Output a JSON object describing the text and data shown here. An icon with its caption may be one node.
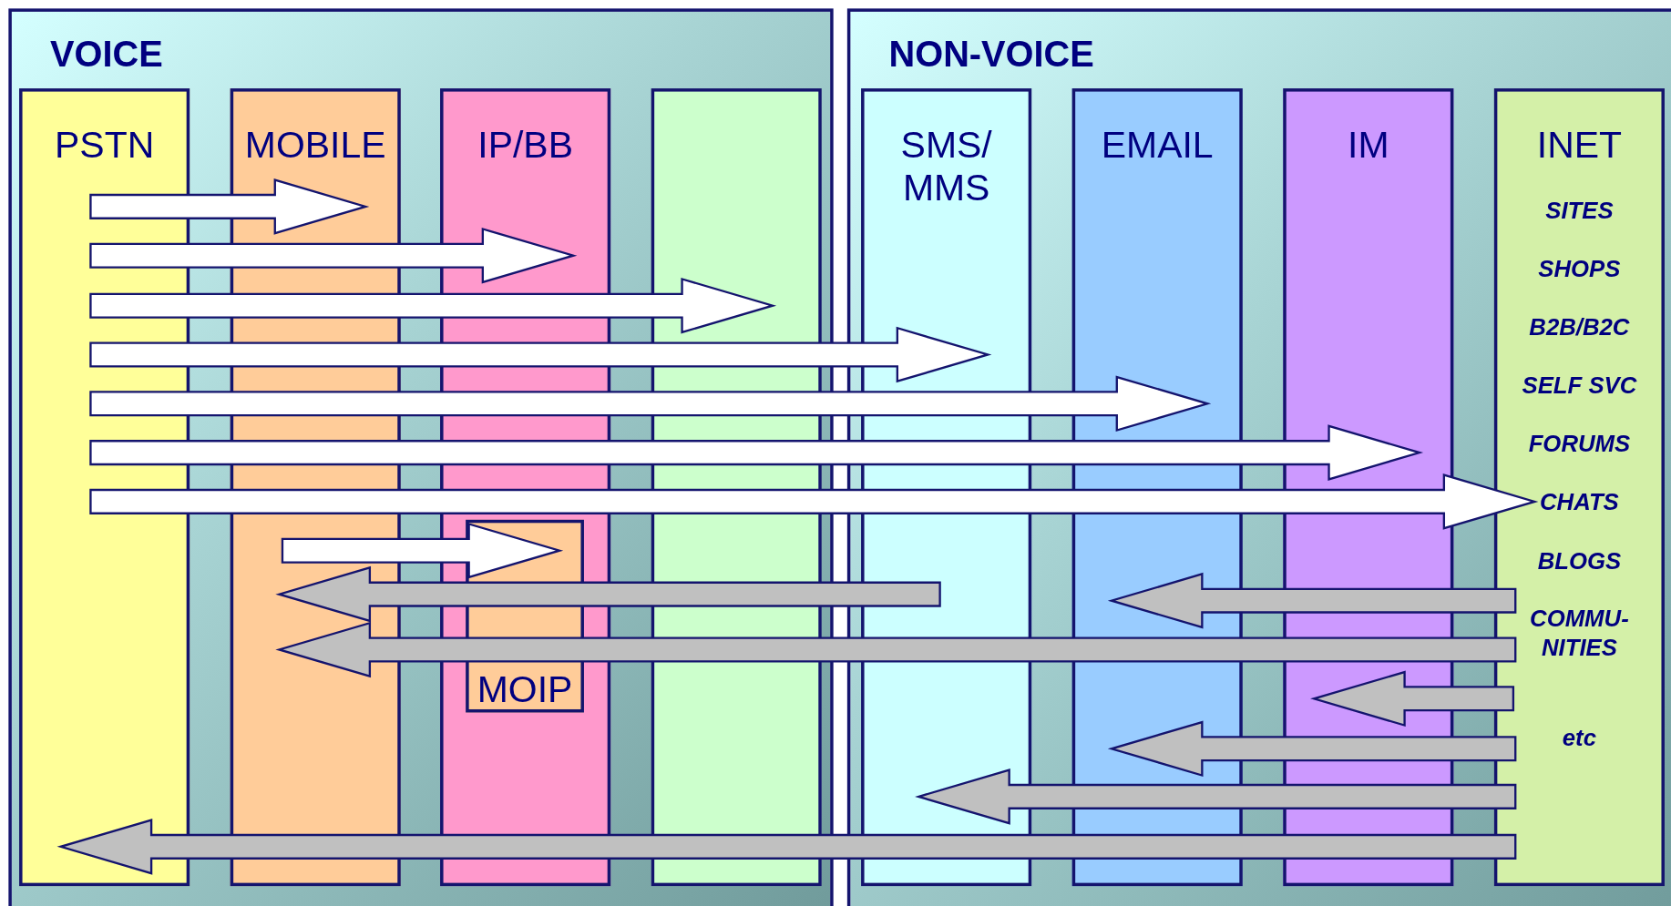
{
  "diagram": {
    "nodes": [
      {
        "text": [
          "VOICE"
        ]
      },
      {
        "text": [
          "PSTN"
        ],
        "in": 0
      },
      {
        "text": [
          "MOBILE"
        ],
        "in": 0
      },
      {
        "text": [
          "IP/BB"
        ],
        "in": 0
      },
      {
        "text": [],
        "shape": "box",
        "in": 0
      },
      {
        "text": [
          "MOIP"
        ],
        "in": 3
      },
      {
        "text": [
          "NON-VOICE"
        ]
      },
      {
        "text": [
          "SMS/ MMS"
        ],
        "in": 6
      },
      {
        "text": [
          "EMAIL"
        ],
        "in": 6
      },
      {
        "text": [
          "IM"
        ],
        "in": 6
      },
      {
        "text": [
          "INET",
          "SITES",
          "SHOPS",
          "B2B/B2C",
          "SELF SVC",
          "FORUMS",
          "CHATS",
          "BLOGS",
          "COMMU- NITIES",
          "etc"
        ],
        "in": 6
      }
    ],
    "edges": [
      {
        "from": 1,
        "to": 2,
        "arrow": "to"
      },
      {
        "from": 1,
        "to": 3,
        "arrow": "to"
      },
      {
        "from": 1,
        "to": 4,
        "arrow": "to"
      },
      {
        "from": 1,
        "to": 7,
        "arrow": "to"
      },
      {
        "from": 1,
        "to": 8,
        "arrow": "to"
      },
      {
        "from": 1,
        "to": 9,
        "arrow": "to"
      },
      {
        "from": 1,
        "to": 10,
        "arrow": "to"
      },
      {
        "from": 2,
        "to": 5,
        "arrow": "to"
      },
      {
        "from": 7,
        "to": 2,
        "arrow": "to",
        "color": "#c0c0c0"
      },
      {
        "from": 10,
        "to": 8,
        "arrow": "to",
        "color": "#c0c0c0"
      },
      {
        "from": 10,
        "to": 2,
        "arrow": "to",
        "color": "#c0c0c0"
      },
      {
        "from": 10,
        "to": 9,
        "arrow": "to",
        "color": "#c0c0c0"
      },
      {
        "from": 10,
        "to": 8,
        "arrow": "to",
        "color": "#c0c0c0"
      },
      {
        "from": 10,
        "to": 7,
        "arrow": "to",
        "color": "#c0c0c0"
      },
      {
        "from": 10,
        "to": 1,
        "arrow": "to",
        "color": "#c0c0c0"
      }
    ]
  }
}
